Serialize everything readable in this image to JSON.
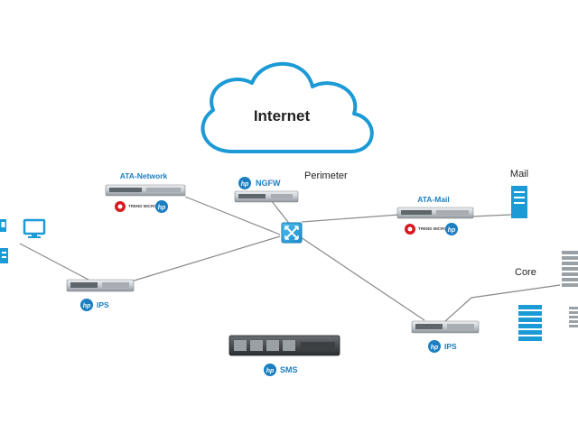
{
  "colors": {
    "accent": "#1b9ad6",
    "brand_blue": "#1b7fc1",
    "link_gray": "#8a8a8a",
    "appliance": "#cfd4d8",
    "trend_red": "#d71920"
  },
  "cloud": {
    "label": "Internet"
  },
  "labels": {
    "perimeter": "Perimeter",
    "mail": "Mail",
    "core": "Core"
  },
  "devices": {
    "ata_network": {
      "title": "ATA-Network",
      "vendor_text": "TREND MICRO"
    },
    "ngfw": {
      "name": "NGFW"
    },
    "ata_mail": {
      "title": "ATA-Mail",
      "vendor_text": "TREND MICRO"
    },
    "ips_left": {
      "name": "IPS"
    },
    "ips_right": {
      "name": "IPS"
    },
    "sms": {
      "name": "SMS"
    }
  },
  "icons": {
    "cloud": "cloud-icon",
    "switch": "switch-icon",
    "hp": "hp-logo-icon",
    "trend": "trend-micro-logo-icon",
    "mail_server": "server-icon",
    "desktop": "desktop-icon",
    "server_stack": "server-stack-icon"
  }
}
